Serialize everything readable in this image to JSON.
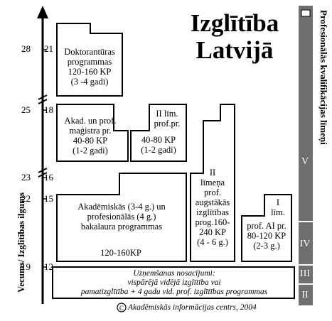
{
  "title": {
    "line1": "Izglītība",
    "line2": "Latvijā"
  },
  "y_axis_label": "Vecums/ Izglītības ilgums",
  "right_axis_label": "Profesionālās kvalifikācijas līmeņi",
  "ticks": [
    {
      "age": "28",
      "years": "21"
    },
    {
      "age": "25",
      "years": "18"
    },
    {
      "age": "23",
      "years": "16"
    },
    {
      "age": "22",
      "years": "15"
    },
    {
      "age": "19",
      "years": "12"
    }
  ],
  "boxes": {
    "doctoral": [
      "Doktorantūras",
      "programmas",
      "120-160 KP",
      "(3 -4 gadi)"
    ],
    "master": [
      "Akad. un prof.",
      "maģistra pr.",
      "40-80 KP",
      "(1-2 gadi)"
    ],
    "second_level_master": [
      "II līm.",
      "prof.pr.",
      "40-80 KP",
      "(1-2 gadi)"
    ],
    "bachelor": [
      "Akadēmiskās (3-4 g.) un",
      "profesionālās (4 g.)",
      "bakalaura programmas"
    ],
    "bachelor_kp": "120-160KP",
    "second_level_prof": [
      "II",
      "līmeņa",
      "prof.",
      "augstākās",
      "izglītības",
      "prog.160-",
      "240 KP",
      "(4 - 6 g.)"
    ],
    "first_level": [
      "I",
      "līm.",
      "prof. AI pr.",
      "80-120 KP",
      "(2-3 g.)"
    ],
    "admission": [
      "Uzņemšanas nosacījumi:",
      "vispārējā vidējā izglītība vai",
      "pamatizglītība + 4 gadu vid. prof. izglītības programmas"
    ]
  },
  "levels": [
    "V",
    "IV",
    "III",
    "II"
  ],
  "footer": "Akadēmiskās informācijas centrs, 2004",
  "colors": {
    "bar": "#6f6f6f",
    "line": "#000000"
  }
}
